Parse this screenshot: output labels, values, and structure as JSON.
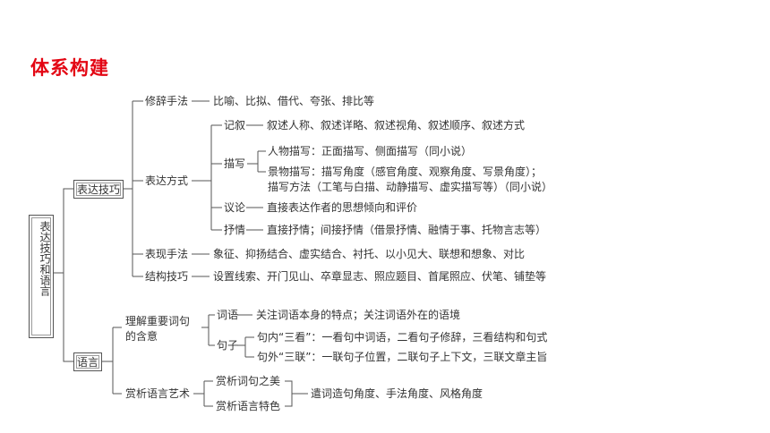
{
  "page": {
    "title": "体系构建",
    "accent_color": "#e30613"
  },
  "root": {
    "label": "表达技巧和语言"
  },
  "level1": {
    "skills": "表达技巧",
    "language": "语言"
  },
  "skills": {
    "rhetoric": {
      "label": "修辞手法",
      "content": "比喻、比拟、借代、夸张、排比等"
    },
    "expression": {
      "label": "表达方式",
      "narration": {
        "label": "记叙",
        "content": "叙述人称、叙述详略、叙述视角、叙述顺序、叙述方式"
      },
      "description": {
        "label": "描写",
        "person": "人物描写：正面描写、侧面描写（同小说）",
        "scenery": "景物描写：描写角度（感官角度、观察角度、写景角度）；",
        "method": "描写方法（工笔与白描、动静描写、虚实描写等）（同小说）"
      },
      "argument": {
        "label": "议论",
        "content": "直接表达作者的思想倾向和评价"
      },
      "lyric": {
        "label": "抒情",
        "content": "直接抒情；间接抒情（借景抒情、融情于事、托物言志等）"
      }
    },
    "technique": {
      "label": "表现手法",
      "content": "象征、抑扬结合、虚实结合、衬托、以小见大、联想和想象、对比"
    },
    "structure": {
      "label": "结构技巧",
      "content": "设置线索、开门见山、卒章显志、照应题目、首尾照应、伏笔、铺垫等"
    }
  },
  "language": {
    "meaning": {
      "label_line1": "理解重要词句",
      "label_line2": "的含意",
      "word": {
        "label": "词语",
        "content": "关注词语本身的特点；关注词语外在的语境"
      },
      "sentence": {
        "label": "句子",
        "inner": "句内“三看”：一看句中词语，二看句子修辞，三看结构和句式",
        "outer": "句外“三联”：一联句子位置，二联句子上下文，三联文章主旨"
      }
    },
    "appreciation": {
      "label": "赏析语言艺术",
      "beauty": "赏析词句之美",
      "feature": "赏析语言特色",
      "content": "遣词造句角度、手法角度、风格角度"
    }
  }
}
